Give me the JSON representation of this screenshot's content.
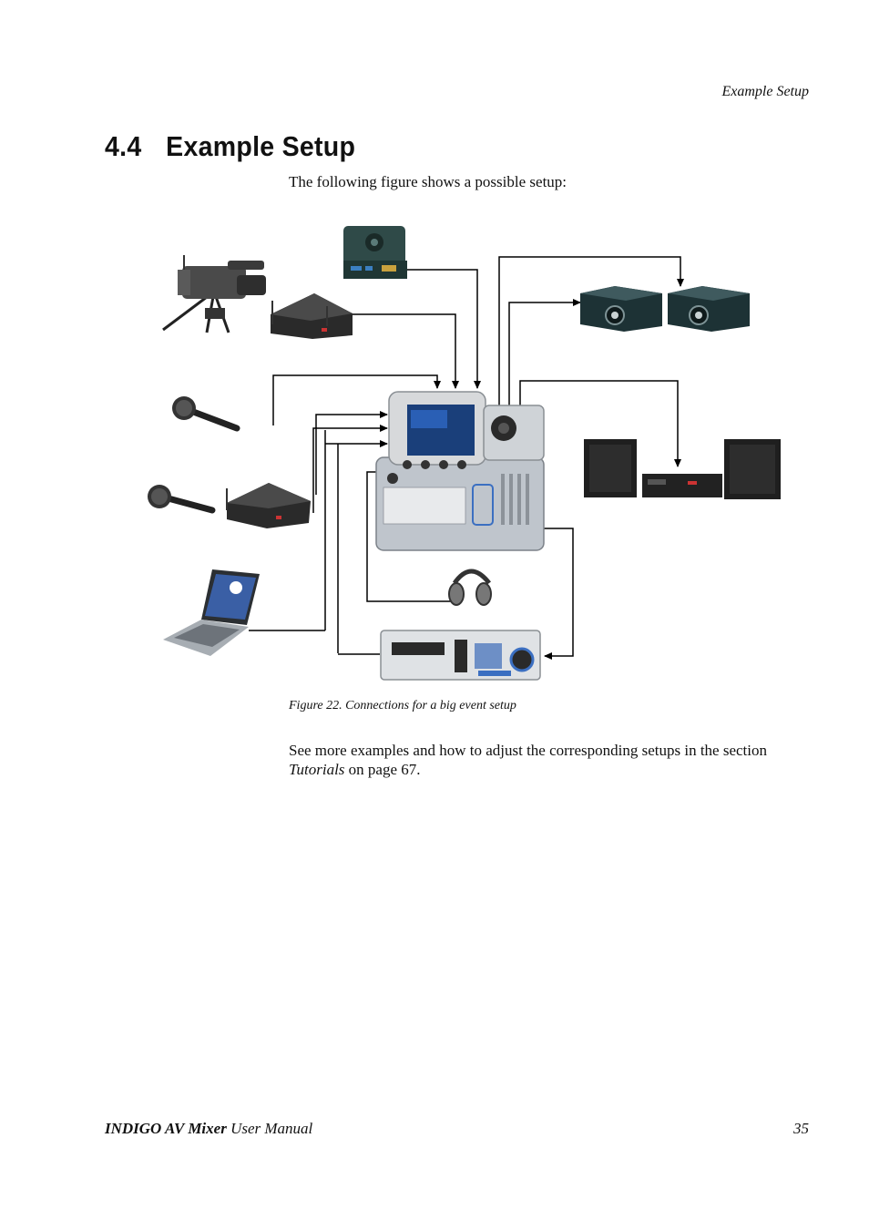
{
  "header": {
    "running_title": "Example Setup"
  },
  "section": {
    "number": "4.4",
    "title": "Example Setup"
  },
  "intro": "The following figure shows a possible setup:",
  "figure": {
    "caption": "Figure 22.  Connections for a big event setup"
  },
  "body": {
    "text_before": "See more examples and how to adjust the corresponding setups in the section ",
    "link_text": "Tutorials",
    "text_after": " on page 67."
  },
  "footer": {
    "product_bold": "INDIGO AV Mixer",
    "product_rest": " User Manual",
    "page_number": "35"
  }
}
